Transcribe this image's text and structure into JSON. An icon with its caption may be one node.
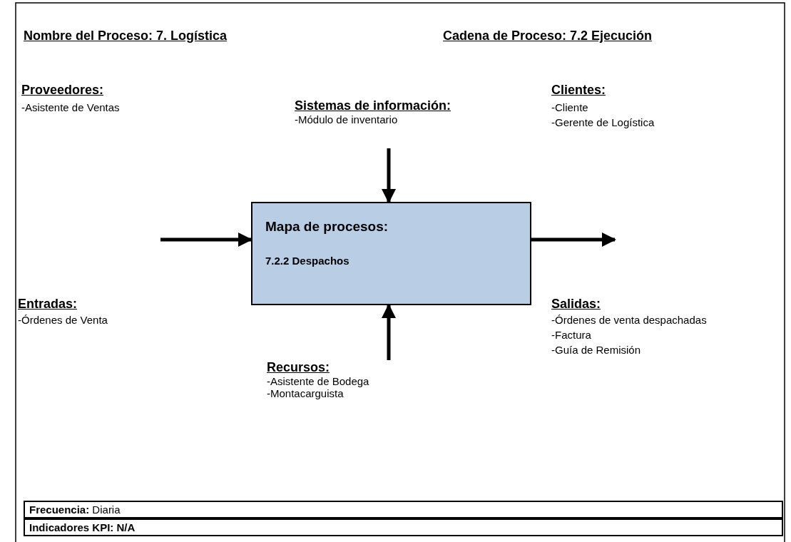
{
  "diagram": {
    "nodes": [
      {
        "text": [
          "Mapa de procesos:",
          "7.2.2  Despachos"
        ]
      },
      {
        "text": [
          "Sistemas de información:",
          "-Módulo de inventario"
        ]
      },
      {
        "text": [
          "Recursos:",
          "-Asistente de Bodega",
          "-Montacarguista"
        ]
      },
      {
        "text": [
          "**Frecuencia:**  Diaria"
        ]
      },
      {
        "text": [
          "Indicadores KPI: N/A"
        ]
      }
    ],
    "edges": [
      {
        "from": 1,
        "to": 0,
        "arrow": "to"
      },
      {
        "from": 2,
        "to": 0,
        "arrow": "to"
      },
      {
        "from": null,
        "to": 0,
        "arrow": "to"
      },
      {
        "from": 0,
        "to": null,
        "arrow": "to"
      }
    ],
    "labels": [
      "Nombre del Proceso: 7. Logística",
      "Cadena de Proceso: 7.2 Ejecución",
      "Proveedores:",
      "-Asistente de Ventas",
      "Clientes:",
      "-Cliente",
      "-Gerente de Logística",
      "Entradas:",
      "-Órdenes de Venta",
      "Salidas:",
      "-Órdenes de venta despachadas",
      "-Factura",
      "-Guía de Remisión"
    ]
  }
}
